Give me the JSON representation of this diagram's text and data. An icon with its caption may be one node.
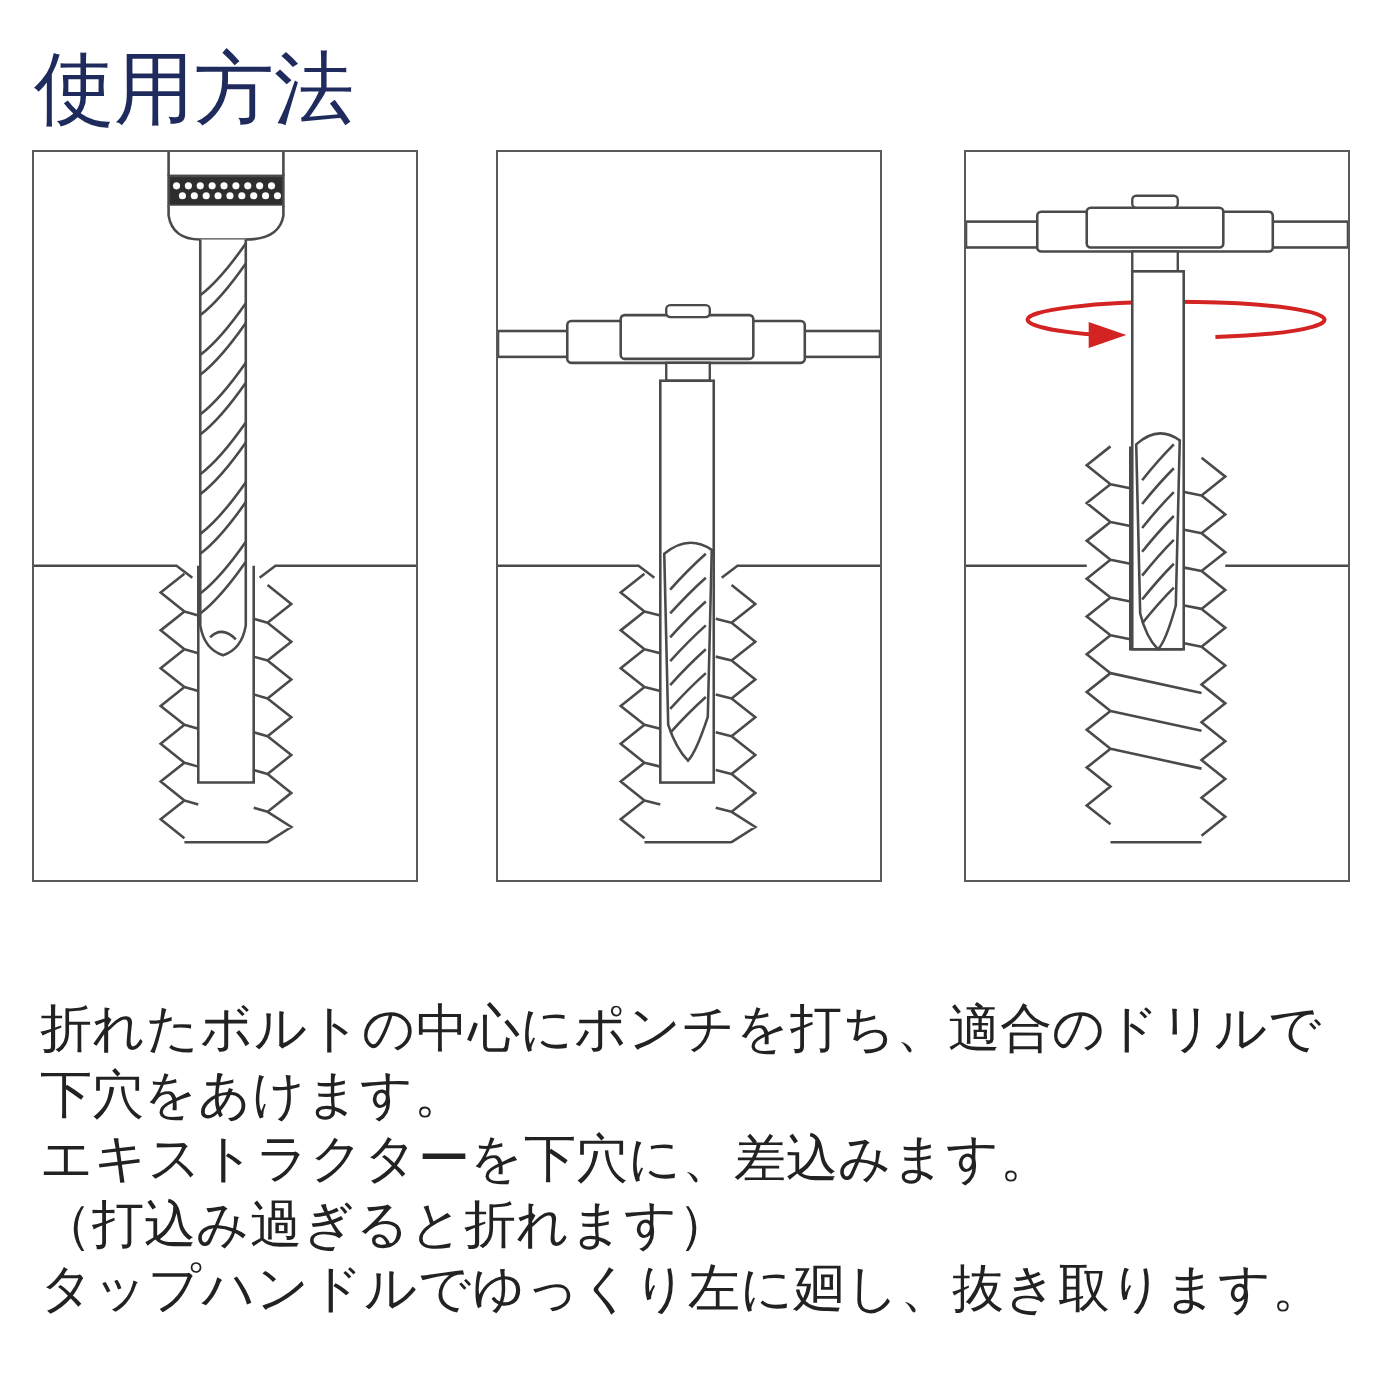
{
  "diagram": {
    "title": "使用方法",
    "nodes": [
      {
        "text": [],
        "shape": "picture"
      },
      {
        "text": [],
        "shape": "picture"
      },
      {
        "text": [],
        "shape": "picture"
      }
    ],
    "labels": [
      "折れたボルトの中心にポンチを打ち、適合のドリルで下穴をあけます。",
      "エキストラクターを下穴に、差込みます。",
      "（打込み過ぎると折れます）",
      "タップハンドルでゆっくり左に廻し、抜き取ります。"
    ]
  }
}
